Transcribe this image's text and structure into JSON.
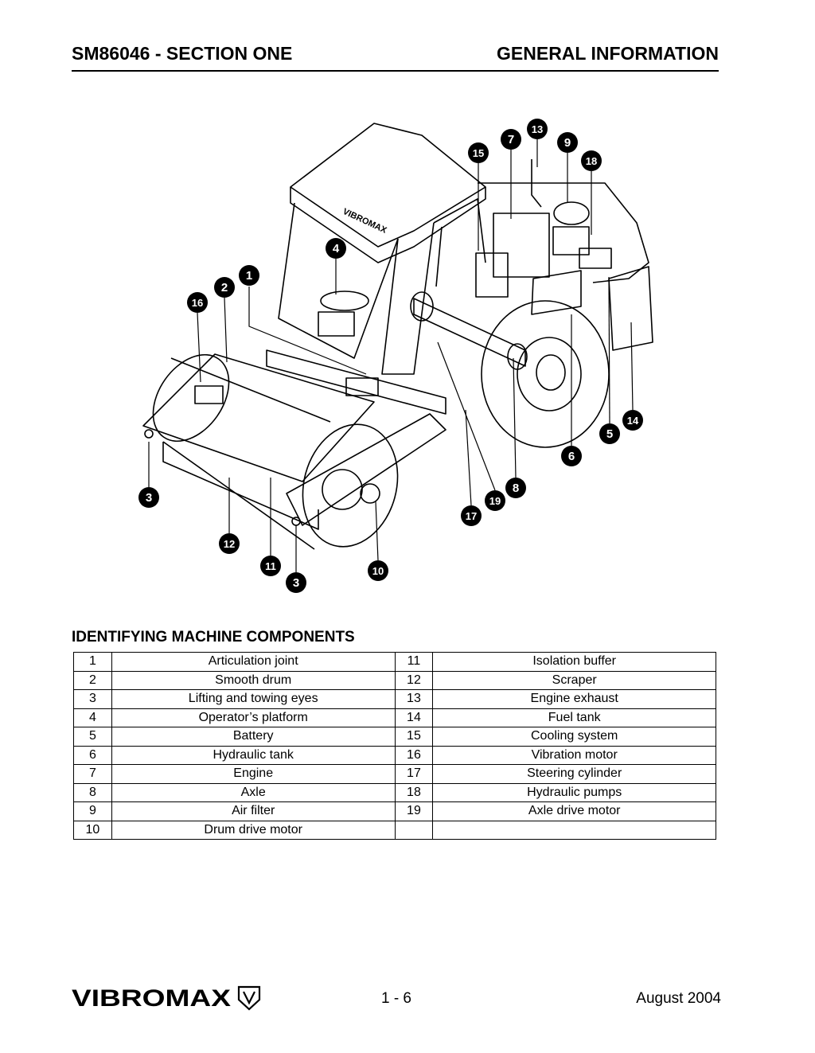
{
  "header": {
    "left": "SM86046 - SECTION ONE",
    "right": "GENERAL INFORMATION"
  },
  "diagram": {
    "cab_brand": "VIBROMAX",
    "callouts": [
      "1",
      "2",
      "3",
      "3",
      "4",
      "5",
      "6",
      "7",
      "8",
      "9",
      "10",
      "11",
      "12",
      "13",
      "14",
      "15",
      "16",
      "17",
      "18",
      "19"
    ]
  },
  "section": {
    "title": "IDENTIFYING MACHINE COMPONENTS"
  },
  "components_table": {
    "rows": [
      {
        "n1": "1",
        "c1": "Articulation joint",
        "n2": "11",
        "c2": "Isolation buffer"
      },
      {
        "n1": "2",
        "c1": "Smooth drum",
        "n2": "12",
        "c2": "Scraper"
      },
      {
        "n1": "3",
        "c1": "Lifting and towing eyes",
        "n2": "13",
        "c2": "Engine exhaust"
      },
      {
        "n1": "4",
        "c1": "Operator’s platform",
        "n2": "14",
        "c2": "Fuel tank"
      },
      {
        "n1": "5",
        "c1": "Battery",
        "n2": "15",
        "c2": "Cooling system"
      },
      {
        "n1": "6",
        "c1": "Hydraulic tank",
        "n2": "16",
        "c2": "Vibration motor"
      },
      {
        "n1": "7",
        "c1": "Engine",
        "n2": "17",
        "c2": "Steering cylinder"
      },
      {
        "n1": "8",
        "c1": "Axle",
        "n2": "18",
        "c2": "Hydraulic pumps"
      },
      {
        "n1": "9",
        "c1": "Air filter",
        "n2": "19",
        "c2": "Axle drive motor"
      },
      {
        "n1": "10",
        "c1": "Drum drive motor",
        "n2": "",
        "c2": ""
      }
    ]
  },
  "footer": {
    "logo": "VIBROMAX",
    "page": "1 - 6",
    "date": "August 2004"
  }
}
